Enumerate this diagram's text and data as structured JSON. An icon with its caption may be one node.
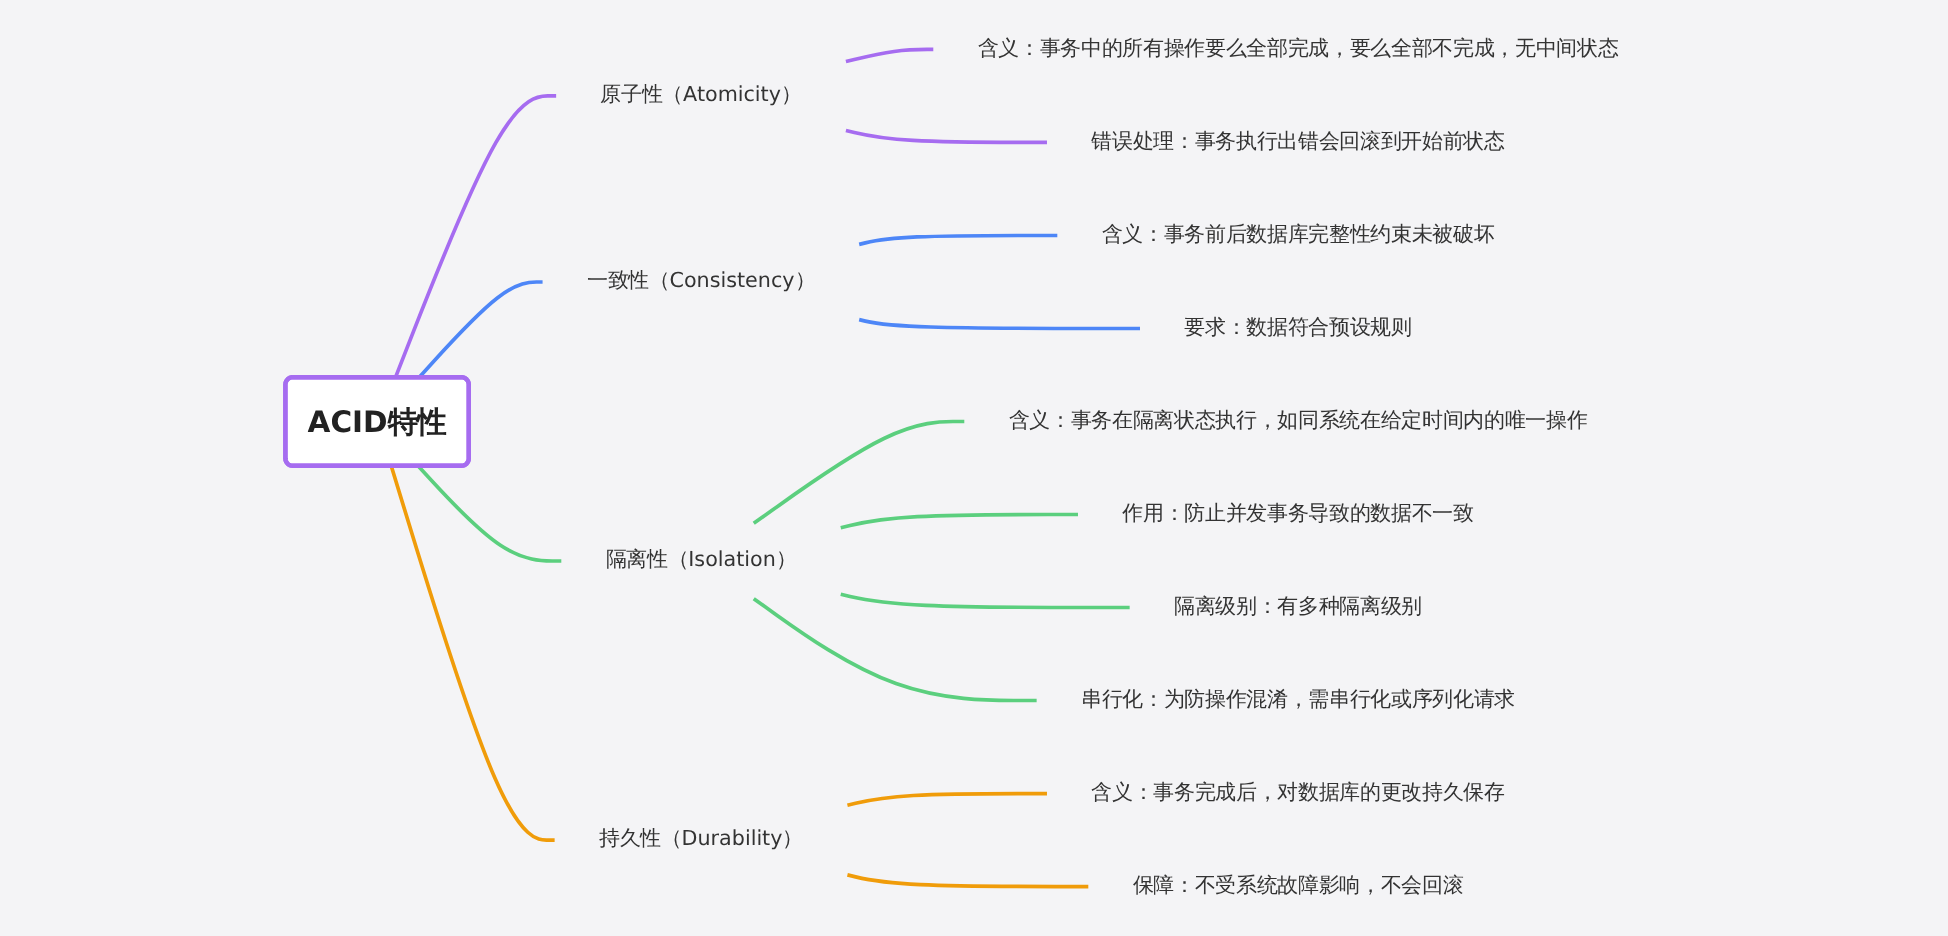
{
  "diagram": {
    "nodes": [
      {
        "text": [
          "ACID特性"
        ]
      },
      {
        "text": [
          "原子性（Atomicity）"
        ]
      },
      {
        "text": [
          "含义：事务中的所有操作要么全部完成，要么全部不完成，无中间状态"
        ]
      },
      {
        "text": [
          "错误处理：事务执行出错会回滚到开始前状态"
        ]
      },
      {
        "text": [
          "一致性（Consistency）"
        ]
      },
      {
        "text": [
          "含义：事务前后数据库完整性约束未被破坏"
        ]
      },
      {
        "text": [
          "要求：数据符合预设规则"
        ]
      },
      {
        "text": [
          "隔离性（Isolation）"
        ]
      },
      {
        "text": [
          "含义：事务在隔离状态执行，如同系统在给定时间内的唯一操作"
        ]
      },
      {
        "text": [
          "作用：防止并发事务导致的数据不一致"
        ]
      },
      {
        "text": [
          "隔离级别：有多种隔离级别"
        ]
      },
      {
        "text": [
          "串行化：为防操作混淆，需串行化或序列化请求"
        ]
      },
      {
        "text": [
          "持久性（Durability）"
        ]
      },
      {
        "text": [
          "含义：事务完成后，对数据库的更改持久保存"
        ]
      },
      {
        "text": [
          "保障：不受系统故障影响，不会回滚"
        ]
      }
    ],
    "edges": [
      {
        "from": 0,
        "to": 1,
        "arrow": "none",
        "color": "#a66cf0"
      },
      {
        "from": 1,
        "to": 2,
        "arrow": "none",
        "color": "#a66cf0"
      },
      {
        "from": 1,
        "to": 3,
        "arrow": "none",
        "color": "#a66cf0"
      },
      {
        "from": 0,
        "to": 4,
        "arrow": "none",
        "color": "#4d86f7"
      },
      {
        "from": 4,
        "to": 5,
        "arrow": "none",
        "color": "#4d86f7"
      },
      {
        "from": 4,
        "to": 6,
        "arrow": "none",
        "color": "#4d86f7"
      },
      {
        "from": 0,
        "to": 7,
        "arrow": "none",
        "color": "#5bcf7e"
      },
      {
        "from": 7,
        "to": 8,
        "arrow": "none",
        "color": "#5bcf7e"
      },
      {
        "from": 7,
        "to": 9,
        "arrow": "none",
        "color": "#5bcf7e"
      },
      {
        "from": 7,
        "to": 10,
        "arrow": "none",
        "color": "#5bcf7e"
      },
      {
        "from": 7,
        "to": 11,
        "arrow": "none",
        "color": "#5bcf7e"
      },
      {
        "from": 0,
        "to": 12,
        "arrow": "none",
        "color": "#f09c0a"
      },
      {
        "from": 12,
        "to": 13,
        "arrow": "none",
        "color": "#f09c0a"
      },
      {
        "from": 12,
        "to": 14,
        "arrow": "none",
        "color": "#f09c0a"
      }
    ]
  }
}
